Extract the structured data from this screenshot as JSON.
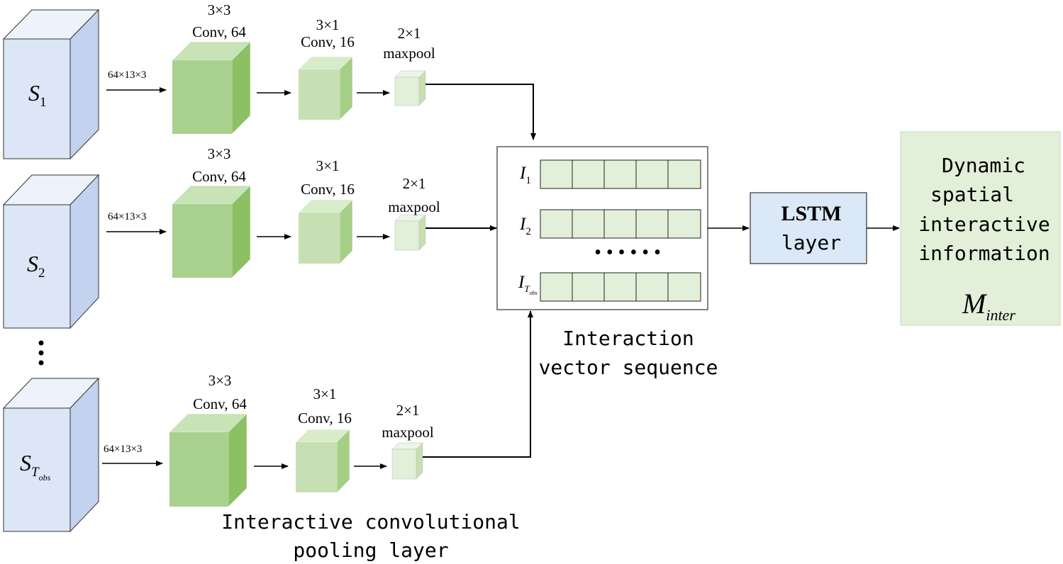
{
  "branches": [
    {
      "input": {
        "symbol": "S",
        "subscript": "1",
        "subsubscript": ""
      },
      "input_dims": "64×13×3",
      "conv1": {
        "kernel": "3×3",
        "label": "Conv, 64"
      },
      "conv2": {
        "kernel": "3×1",
        "label": "Conv, 16"
      },
      "pool": {
        "kernel": "2×1",
        "label": "maxpool"
      }
    },
    {
      "input": {
        "symbol": "S",
        "subscript": "2",
        "subsubscript": ""
      },
      "input_dims": "64×13×3",
      "conv1": {
        "kernel": "3×3",
        "label": "Conv, 64"
      },
      "conv2": {
        "kernel": "3×1",
        "label": "Conv, 16"
      },
      "pool": {
        "kernel": "2×1",
        "label": "maxpool"
      }
    },
    {
      "input": {
        "symbol": "S",
        "subscript": "T",
        "subsubscript": "obs"
      },
      "input_dims": "64×13×3",
      "conv1": {
        "kernel": "3×3",
        "label": "Conv, 64"
      },
      "conv2": {
        "kernel": "3×1",
        "label": "Conv, 16"
      },
      "pool": {
        "kernel": "2×1",
        "label": "maxpool"
      }
    }
  ],
  "ellipsis_vertical": "⋮",
  "interaction_box": {
    "rows": [
      {
        "symbol": "I",
        "subscript": "1",
        "subsubscript": ""
      },
      {
        "symbol": "I",
        "subscript": "2",
        "subsubscript": ""
      },
      {
        "symbol": "I",
        "subscript": "T",
        "subsubscript": "obs"
      }
    ],
    "dots": "• • • • • •",
    "caption_line1": "Interaction",
    "caption_line2": "vector sequence"
  },
  "lstm": {
    "line1": "LSTM",
    "line2": "layer"
  },
  "output": {
    "line1": "Dynamic",
    "line2": "spatial",
    "line3": "interactive",
    "line4": "information",
    "symbol": "M",
    "subscript": "inter"
  },
  "layer_caption": {
    "line1": "Interactive convolutional",
    "line2": "pooling layer"
  },
  "colors": {
    "input_front": "#dde6f6",
    "input_top": "#eef2fb",
    "input_side": "#c3d2ee",
    "conv_front": "#a9d18e",
    "conv_top": "#c8e3b6",
    "conv_side": "#8cc063",
    "conv2_front": "#c6e0b4",
    "conv2_top": "#d9ecca",
    "conv2_side": "#a5cf86",
    "pool_front": "#e2efd9",
    "pool_top": "#edf5e6",
    "pool_side": "#c6e0b4",
    "cell_fill": "#e2efd9",
    "lstm_fill": "#dae8f7",
    "output_fill": "#e2efd9",
    "output_border": "#c5dcb4"
  }
}
